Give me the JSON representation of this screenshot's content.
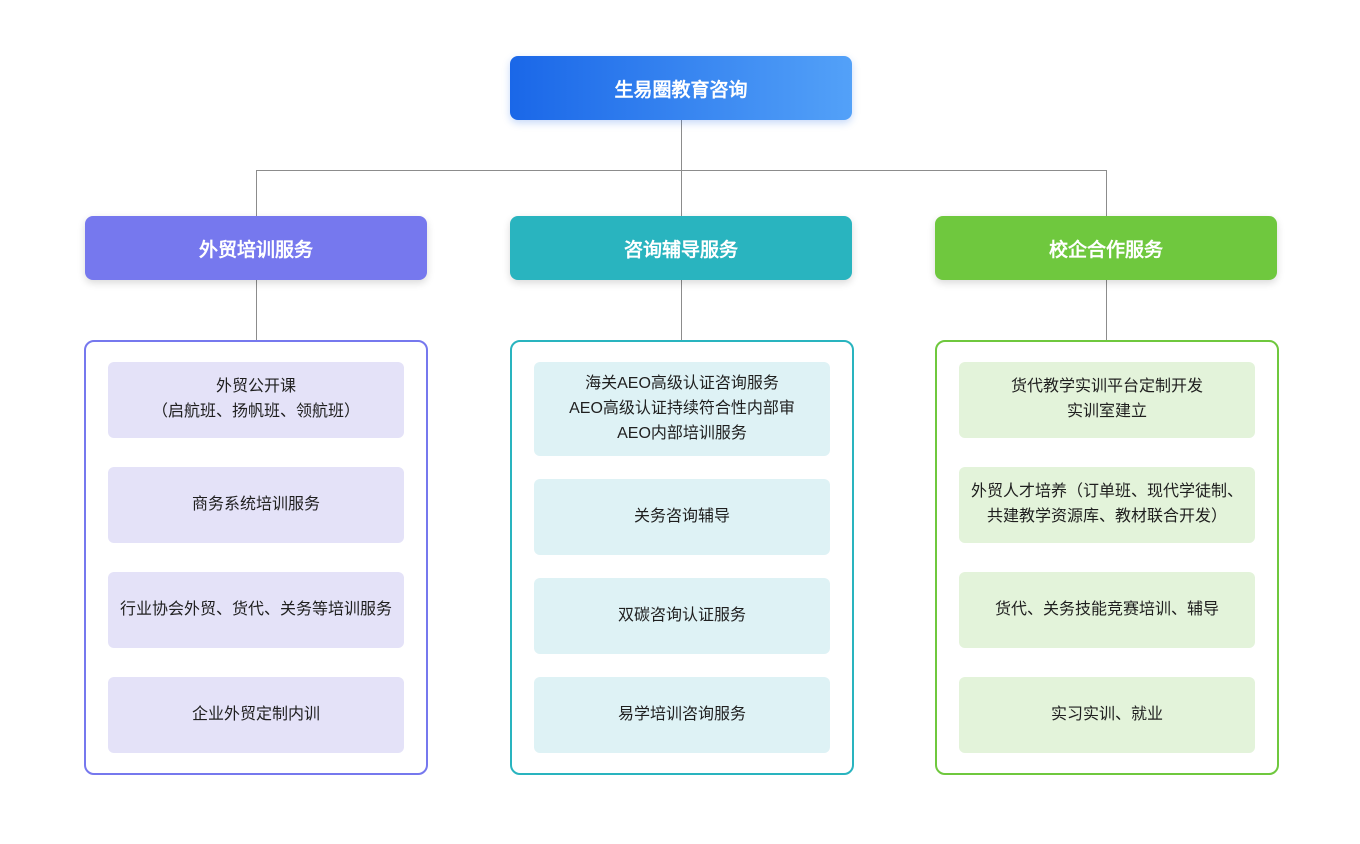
{
  "root": {
    "label": "生易圈教育咨询"
  },
  "branches": [
    {
      "label": "外贸培训服务",
      "items": [
        {
          "text": "外贸公开课\n（启航班、扬帆班、领航班）"
        },
        {
          "text": "商务系统培训服务"
        },
        {
          "text": "行业协会外贸、货代、关务等培训服务"
        },
        {
          "text": "企业外贸定制内训"
        }
      ]
    },
    {
      "label": "咨询辅导服务",
      "items": [
        {
          "text": "海关AEO高级认证咨询服务\nAEO高级认证持续符合性内部审\nAEO内部培训服务"
        },
        {
          "text": "关务咨询辅导"
        },
        {
          "text": "双碳咨询认证服务"
        },
        {
          "text": "易学培训咨询服务"
        }
      ]
    },
    {
      "label": "校企合作服务",
      "items": [
        {
          "text": "货代教学实训平台定制开发\n实训室建立"
        },
        {
          "text": "外贸人才培养（订单班、现代学徒制、共建教学资源库、教材联合开发）"
        },
        {
          "text": "货代、关务技能竞赛培训、辅导"
        },
        {
          "text": "实习实训、就业"
        }
      ]
    }
  ],
  "colors": {
    "root_gradient_start": "#1a67e8",
    "root_gradient_end": "#53a1f8",
    "branch_purple": "#7678ee",
    "branch_teal": "#29b4bf",
    "branch_green": "#6fc83e",
    "item_purple_bg": "#e4e2f8",
    "item_teal_bg": "#def2f5",
    "item_green_bg": "#e3f3da",
    "connector_line": "#8c8c8c"
  }
}
